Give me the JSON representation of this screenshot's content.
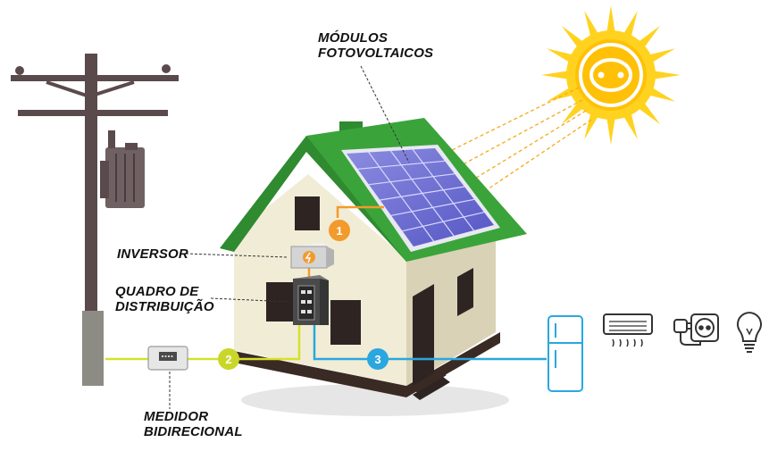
{
  "labels": {
    "modulos_line1": "MÓDULOS",
    "modulos_line2": "FOTOVOLTAICOS",
    "inversor": "INVERSOR",
    "quadro_line1": "QUADRO DE",
    "quadro_line2": "DISTRIBUIÇÃO",
    "medidor_line1": "MEDIDOR",
    "medidor_line2": "BIDIRECIONAL"
  },
  "steps": [
    {
      "number": "1",
      "color": "#f39a2c"
    },
    {
      "number": "2",
      "color": "#c9d72a"
    },
    {
      "number": "3",
      "color": "#2aa7df"
    }
  ],
  "appliances": [
    "refrigerator-icon",
    "air-conditioner-icon",
    "plug-socket-icon",
    "light-bulb-icon"
  ],
  "colors": {
    "roof": "#3aa43a",
    "sun": "#ffd21f",
    "solar_panel": "#6e6fd1",
    "wall": "#f1ecd6",
    "pole": "#5a4a4c",
    "line_orange": "#f39a2c",
    "line_green": "#d6e12a",
    "line_blue": "#2aa7df"
  }
}
